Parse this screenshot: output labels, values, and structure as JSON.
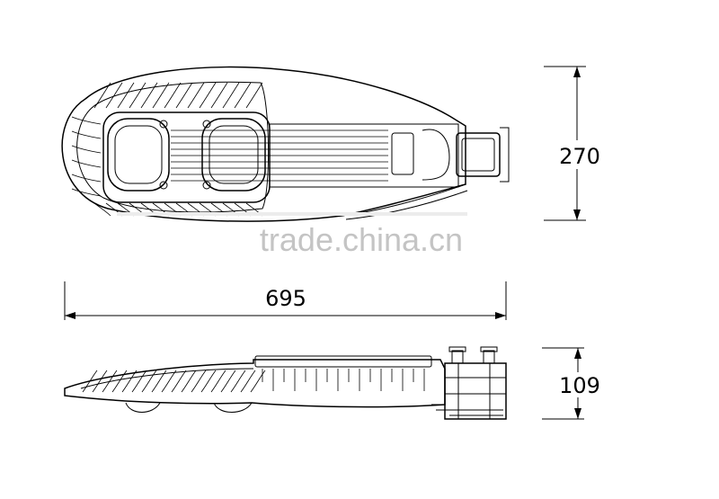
{
  "dimensions": {
    "width": "270",
    "length": "695",
    "height": "109"
  },
  "watermark": "trade.china.cn"
}
